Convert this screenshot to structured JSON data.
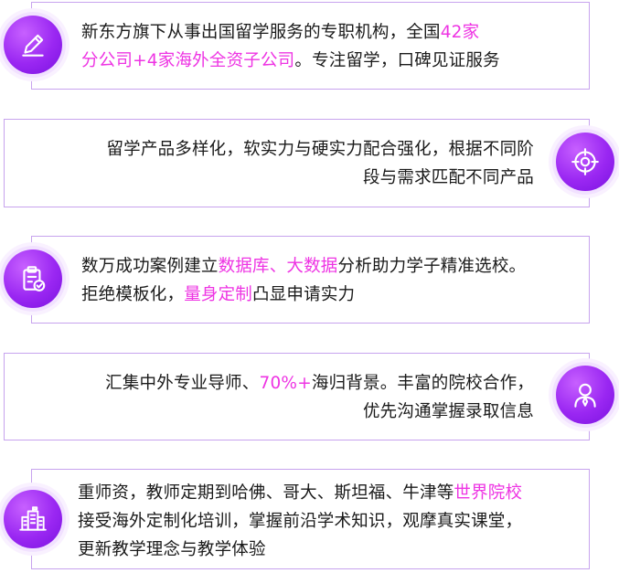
{
  "items": [
    {
      "icon": "pencil-edit-icon",
      "lines": [
        [
          {
            "t": "新东方旗下从事出国留学服务的专职机构，全国"
          },
          {
            "t": "42家",
            "hl": true
          }
        ],
        [
          {
            "t": "分公司+4家海外全资子公司",
            "hl": true
          },
          {
            "t": "。专注留学，口碑见证服务"
          }
        ]
      ]
    },
    {
      "icon": "target-crosshair-icon",
      "lines": [
        [
          {
            "t": "留学产品多样化，软实力与硬实力配合强化，根据不同阶"
          }
        ],
        [
          {
            "t": "段与需求匹配不同产品"
          }
        ]
      ]
    },
    {
      "icon": "clipboard-check-icon",
      "lines": [
        [
          {
            "t": "数万成功案例建立"
          },
          {
            "t": "数据库、大数据",
            "hl": true
          },
          {
            "t": "分析助力学子精准选校。"
          }
        ],
        [
          {
            "t": "拒绝模板化，"
          },
          {
            "t": "量身定制",
            "hl": true
          },
          {
            "t": "凸显申请实力"
          }
        ]
      ]
    },
    {
      "icon": "consultant-person-icon",
      "lines": [
        [
          {
            "t": "汇集中外专业导师、"
          },
          {
            "t": "70%+",
            "hl": true
          },
          {
            "t": "海归背景。丰富的院校合作，"
          }
        ],
        [
          {
            "t": "优先沟通掌握录取信息"
          }
        ]
      ]
    },
    {
      "icon": "university-building-icon",
      "lines": [
        [
          {
            "t": "重师资，教师定期到哈佛、哥大、斯坦福、牛津等"
          },
          {
            "t": "世界院校",
            "hl": true
          }
        ],
        [
          {
            "t": "接受海外定制化培训，掌握前沿学术知识，观摩真实课堂，"
          }
        ],
        [
          {
            "t": "更新教学理念与教学体验"
          }
        ]
      ]
    }
  ]
}
